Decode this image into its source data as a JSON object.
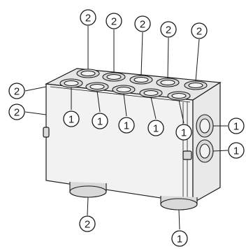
{
  "figure": {
    "colors": {
      "line": "#1a1a1a",
      "body_fill": "#f2f2f2",
      "top_fill": "#e6e6e6",
      "port_fill": "#d9d9d9",
      "shade": "#c8c8c8"
    }
  },
  "callouts": [
    {
      "id": "c-top-1",
      "label": "2"
    },
    {
      "id": "c-top-2",
      "label": "2"
    },
    {
      "id": "c-top-3",
      "label": "2"
    },
    {
      "id": "c-top-4",
      "label": "2"
    },
    {
      "id": "c-top-5",
      "label": "2"
    },
    {
      "id": "c-left-1",
      "label": "2"
    },
    {
      "id": "c-left-2",
      "label": "2"
    },
    {
      "id": "c-front-1",
      "label": "1"
    },
    {
      "id": "c-front-2",
      "label": "1"
    },
    {
      "id": "c-front-3",
      "label": "1"
    },
    {
      "id": "c-front-4",
      "label": "1"
    },
    {
      "id": "c-front-5",
      "label": "1"
    },
    {
      "id": "c-side-1",
      "label": "1"
    },
    {
      "id": "c-side-2",
      "label": "1"
    },
    {
      "id": "c-bottom-left",
      "label": "2"
    },
    {
      "id": "c-bottom-right",
      "label": "1"
    }
  ]
}
